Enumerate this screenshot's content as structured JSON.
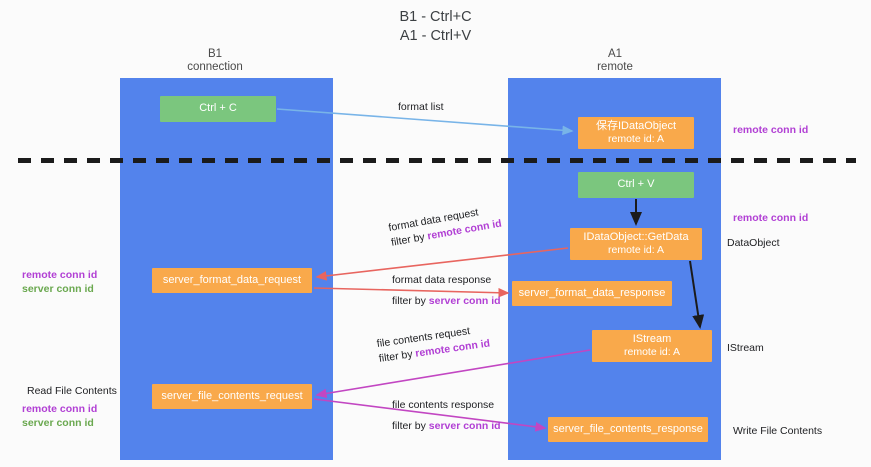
{
  "title": "B1 - Ctrl+C\nA1 - Ctrl+V",
  "colors": {
    "lane": "#5383ec",
    "green_box": "#7bc67e",
    "orange_box": "#f9a94b",
    "highlight_purple": "#b13fd4",
    "highlight_green": "#6aa84f",
    "arrow_blue": "#78b4e8",
    "arrow_red": "#e8655f",
    "arrow_magenta": "#c246c2",
    "arrow_black": "#1b1b1b",
    "divider": "#1b1b1b"
  },
  "columns": {
    "left": {
      "name": "B1",
      "role": "connection",
      "label": "B1\nconnection"
    },
    "right": {
      "name": "A1",
      "role": "remote",
      "label": "A1\nremote"
    }
  },
  "boxes": {
    "ctrl_c": {
      "line1": "Ctrl + C",
      "line2": "",
      "kind": "green"
    },
    "save_idataobject": {
      "line1": "保存IDataObject",
      "line2": "remote id: A",
      "kind": "orange"
    },
    "ctrl_v": {
      "line1": "Ctrl + V",
      "line2": "",
      "kind": "green"
    },
    "idataobject_getdata": {
      "line1": "IDataObject::GetData",
      "line2": "remote id: A",
      "kind": "orange"
    },
    "server_format_data_request": {
      "line1": "server_format_data_request",
      "line2": "",
      "kind": "orange"
    },
    "server_format_data_response": {
      "line1": "server_format_data_response",
      "line2": "",
      "kind": "orange"
    },
    "istream": {
      "line1": "IStream",
      "line2": "remote id: A",
      "kind": "orange"
    },
    "server_file_contents_request": {
      "line1": "server_file_contents_request",
      "line2": "",
      "kind": "orange"
    },
    "server_file_contents_response": {
      "line1": "server_file_contents_response",
      "line2": "",
      "kind": "orange"
    }
  },
  "edges": {
    "format_list": {
      "text": "format list",
      "color": "#78b4e8"
    },
    "format_data_request": {
      "text": "format data request",
      "filter_prefix": "filter by ",
      "filter_key": "remote conn id",
      "color": "#e8655f"
    },
    "format_data_response": {
      "text": "format data response",
      "filter_prefix": "filter by ",
      "filter_key": "server conn id",
      "color": "#e8655f"
    },
    "file_contents_request": {
      "text": "file contents request",
      "filter_prefix": "filter by ",
      "filter_key": "remote conn id",
      "color": "#c246c2"
    },
    "file_contents_response": {
      "text": "file contents response",
      "filter_prefix": "filter by ",
      "filter_key": "server conn id",
      "color": "#c246c2"
    }
  },
  "annotations": {
    "right": [
      {
        "text": "remote conn id",
        "style": "purple"
      },
      {
        "text": "remote conn id",
        "style": "purple"
      },
      {
        "text": "DataObject",
        "style": "plain"
      },
      {
        "text": "IStream",
        "style": "plain"
      },
      {
        "text": "Write File Contents",
        "style": "plain"
      }
    ],
    "left": [
      {
        "text": "remote conn id",
        "style": "purple"
      },
      {
        "text": "server conn id",
        "style": "green"
      },
      {
        "text": "Read File Contents",
        "style": "plain"
      },
      {
        "text": "remote conn id",
        "style": "purple"
      },
      {
        "text": "server conn id",
        "style": "green"
      }
    ]
  }
}
